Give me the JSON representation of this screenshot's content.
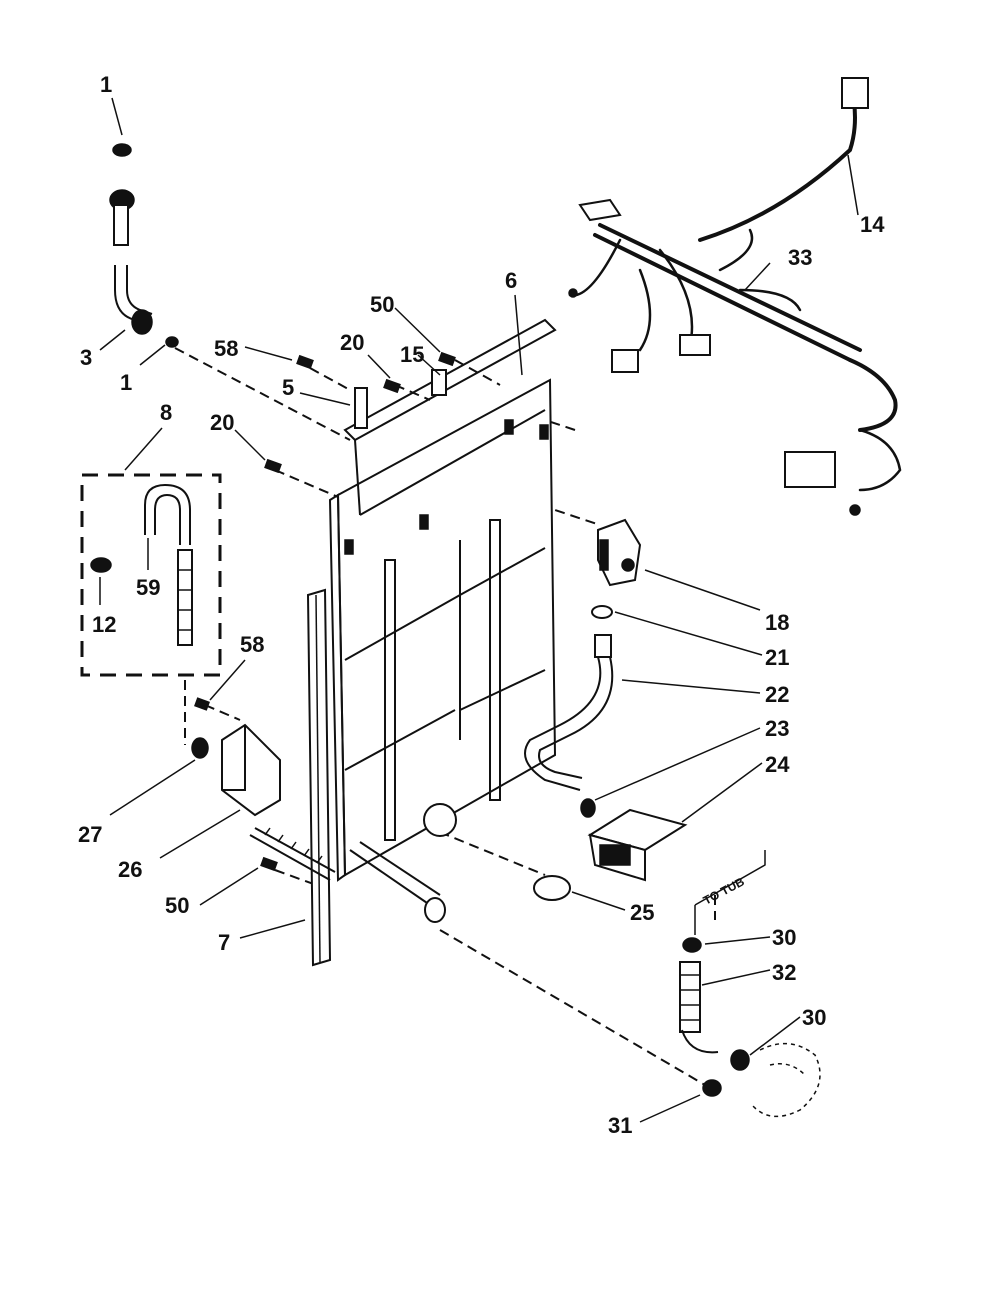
{
  "labels": {
    "l1a": "1",
    "l1b": "1",
    "l3": "3",
    "l58a": "58",
    "l20a": "20",
    "l50a": "50",
    "l15": "15",
    "l6": "6",
    "l5": "5",
    "l20b": "20",
    "l8": "8",
    "l59": "59",
    "l12": "12",
    "l58b": "58",
    "l27": "27",
    "l26": "26",
    "l50b": "50",
    "l7": "7",
    "l14": "14",
    "l33": "33",
    "l18": "18",
    "l21": "21",
    "l22": "22",
    "l23": "23",
    "l24": "24",
    "l25": "25",
    "l30a": "30",
    "l32": "32",
    "l30b": "30",
    "l31": "31"
  },
  "notes": {
    "to_tub": "TO TUB"
  },
  "colors": {
    "ink": "#111111",
    "paper": "#ffffff"
  }
}
